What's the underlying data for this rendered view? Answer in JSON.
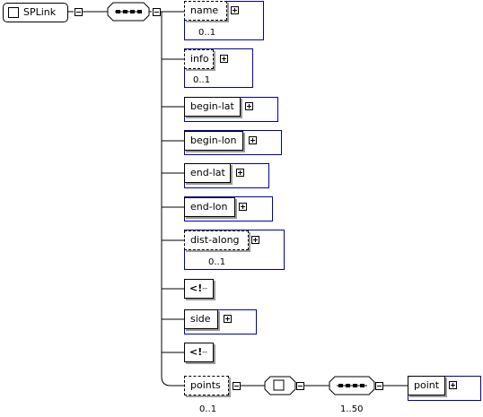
{
  "root": {
    "name": "SPLink"
  },
  "elements": [
    {
      "name": "name",
      "occurs": "0..1"
    },
    {
      "name": "info",
      "occurs": "0..1"
    },
    {
      "name": "begin-lat",
      "occurs": ""
    },
    {
      "name": "begin-lon",
      "occurs": ""
    },
    {
      "name": "end-lat",
      "occurs": ""
    },
    {
      "name": "end-lon",
      "occurs": ""
    },
    {
      "name": "dist-along",
      "occurs": "0..1"
    },
    {
      "name": "side",
      "occurs": ""
    },
    {
      "name": "points",
      "occurs": "0..1"
    },
    {
      "name": "point",
      "occurs": ""
    }
  ],
  "comment": {
    "label": "<!",
    "dash": "--"
  },
  "sequence_occurs": "1..50"
}
